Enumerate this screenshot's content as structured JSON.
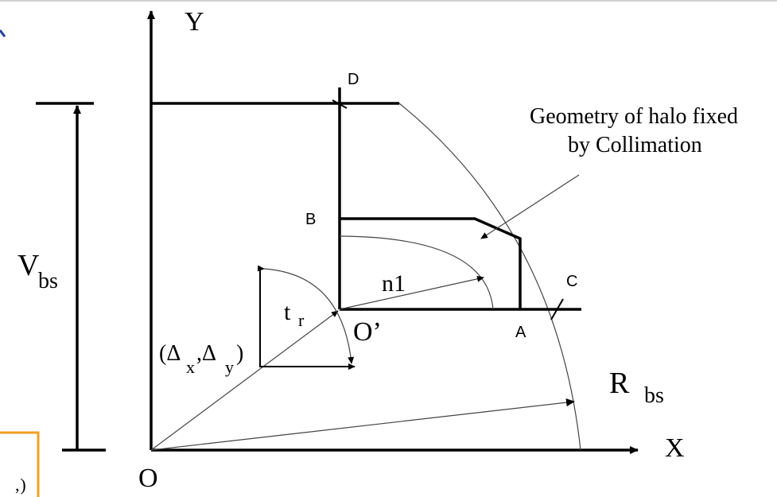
{
  "labels": {
    "y_axis": "Y",
    "x_axis": "X",
    "origin": "O",
    "origin_prime": "O’",
    "point_a": "A",
    "point_b": "B",
    "point_c": "C",
    "point_d": "D",
    "v_main": "V",
    "v_sub": "bs",
    "r_main": "R",
    "r_sub": "bs",
    "t_main": "t",
    "t_sub": "r",
    "n1": "n1",
    "delta_open": "(Δ",
    "delta_x_sub": "x",
    "delta_comma": ",Δ",
    "delta_y_sub": "y",
    "delta_close": ")",
    "annotation_line1": "Geometry of halo fixed",
    "annotation_line2": "by Collimation"
  },
  "colors": {
    "frame_accent": "#f0a020",
    "left_edge_mark": "#1f3fa0"
  }
}
